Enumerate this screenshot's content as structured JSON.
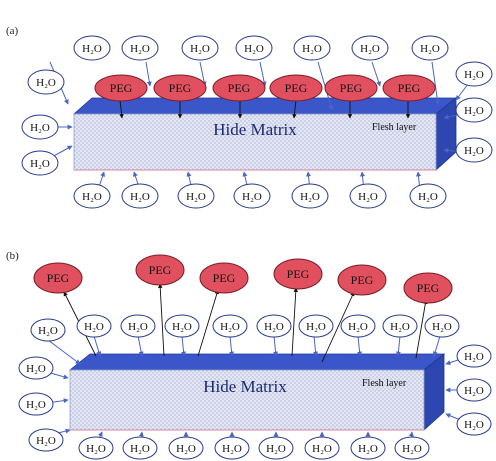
{
  "panel_a": {
    "label": "(a)",
    "matrix_label": "Hide Matrix",
    "flesh_label": "Flesh layer",
    "peg_label": "PEG",
    "water_label": "H₂O"
  },
  "panel_b": {
    "label": "(b)",
    "matrix_label": "Hide Matrix",
    "flesh_label": "Flesh layer",
    "peg_label": "PEG",
    "water_label": "H₂O"
  },
  "colors": {
    "background": "#ffffff",
    "slab_front": "#e3e6f3",
    "slab_top": "#3a56c8",
    "slab_side": "#2d46b0",
    "peg_fill": "#e0505f",
    "peg_stroke": "#7a1e2a",
    "water_stroke": "#283a8c",
    "arrow": "#4a64c8",
    "text": "#1c2a70"
  }
}
